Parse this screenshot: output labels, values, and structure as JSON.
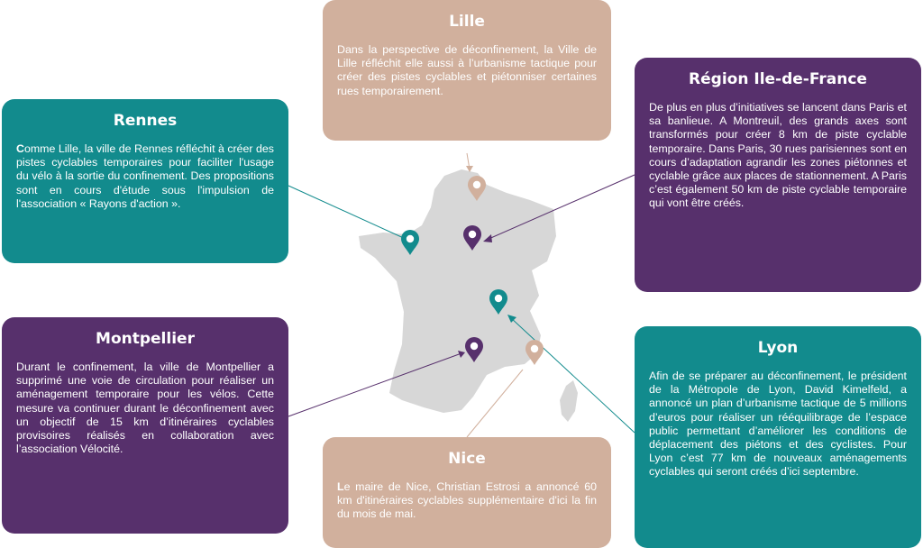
{
  "colors": {
    "teal": "#128b8d",
    "purple": "#57306c",
    "beige": "#d1b09d",
    "map_gray": "#d7d7d7"
  },
  "cards": {
    "lille": {
      "title": "Lille",
      "text": "Dans la perspective de déconfinement, la Ville de Lille réfléchit elle aussi à l’urbanisme tactique pour créer des pistes cyclables et piétonniser certaines rues temporairement."
    },
    "idf": {
      "title": "Région Ile-de-France",
      "text": "De plus en plus d’initiatives se lancent dans Paris et sa banlieue. A Montreuil, des grands axes sont transformés pour créer 8 km de piste cyclable temporaire. Dans Paris, 30 rues parisiennes sont en cours d’adaptation agrandir les zones piétonnes et cyclable grâce aux places de stationnement.  A Paris c’est également 50 km de piste cyclable temporaire qui vont être créés."
    },
    "rennes": {
      "title": "Rennes",
      "lead": "C",
      "text": "omme Lille, la ville de Rennes réfléchit à créer des pistes cyclables temporaires pour faciliter l'usage du vélo à la sortie du confinement. Des propositions sont en cours d'étude sous l'impulsion de l'association « Rayons d'action »."
    },
    "montpellier": {
      "title": "Montpellier",
      "text": "Durant le confinement, la ville de Montpellier a supprimé une voie de circulation pour réaliser un aménagement temporaire pour les vélos. Cette mesure va continuer durant le déconfinement avec un objectif de 15 km d’itinéraires cyclables provisoires réalisés en collaboration avec l’association Vélocité."
    },
    "nice": {
      "title": "Nice",
      "lead": "L",
      "text": "e maire de Nice, Christian Estrosi a annoncé 60 km d'itinéraires cyclables supplémentaire d'ici la fin du mois de mai."
    },
    "lyon": {
      "title": "Lyon",
      "text": "Afin de se préparer au déconfinement, le président de la Métropole de Lyon, David Kimelfeld, a annoncé un plan d’urbanisme tactique de 5 millions d’euros pour réaliser un rééquilibrage de l’espace public permettant d’améliorer les conditions de déplacement des piétons et des cyclistes. Pour Lyon c’est 77 km de nouveaux aménagements cyclables qui seront créés d’ici septembre."
    }
  },
  "pins": [
    {
      "city": "lille",
      "color": "beige"
    },
    {
      "city": "paris",
      "color": "purple"
    },
    {
      "city": "rennes",
      "color": "teal"
    },
    {
      "city": "lyon",
      "color": "teal"
    },
    {
      "city": "montpellier",
      "color": "purple"
    },
    {
      "city": "nice",
      "color": "beige"
    }
  ]
}
